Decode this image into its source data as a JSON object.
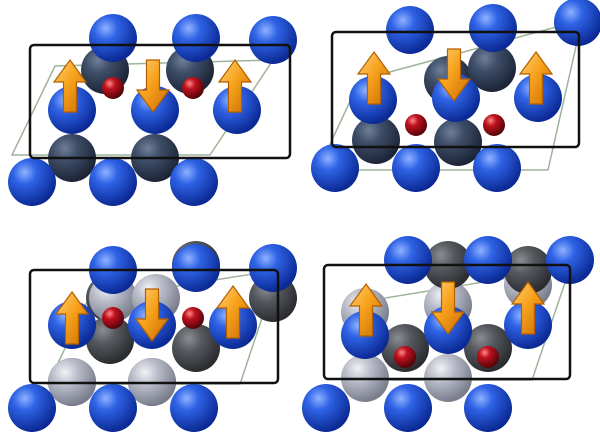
{
  "colors": {
    "background": "#ffffff",
    "blue_atom": "#1f4fd6",
    "dark_atom": "#3b4a63",
    "gray_atom": "#4a4d52",
    "light_atom": "#aeb1bd",
    "red_atom": "#a3101c",
    "arrow": "#f59a17",
    "frame": "#111111",
    "cell_outline": "#9fb39a"
  },
  "panels": [
    {
      "id": "top-left",
      "arrows": [
        "up",
        "down",
        "up"
      ]
    },
    {
      "id": "top-right",
      "arrows": [
        "up",
        "down",
        "up"
      ]
    },
    {
      "id": "bottom-left",
      "arrows": [
        "up",
        "down",
        "up"
      ]
    },
    {
      "id": "bottom-right",
      "arrows": [
        "up",
        "down",
        "up"
      ]
    }
  ]
}
